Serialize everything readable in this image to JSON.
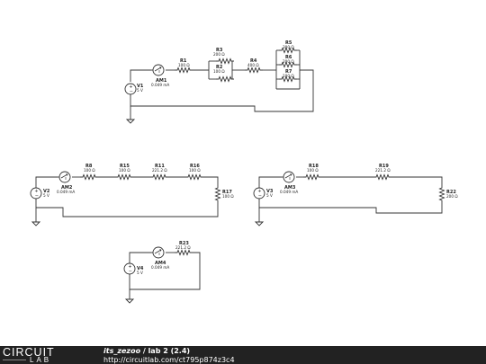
{
  "footer": {
    "logo_top": "CIRCUIT",
    "logo_bottom": "LAB",
    "user": "its_zezoo",
    "separator": " / ",
    "title": "lab 2 (2.4)",
    "url": "http://circuitlab.com/ct795p874z3c4"
  },
  "circuit1": {
    "v1": {
      "name": "V1",
      "value": "5 V"
    },
    "am1": {
      "name": "AM1",
      "value": "0.049 mA"
    },
    "r1": {
      "name": "R1",
      "value": "100 Ω"
    },
    "r3": {
      "name": "R3",
      "value": "200 Ω"
    },
    "r2": {
      "name": "R2",
      "value": "100 Ω"
    },
    "r4": {
      "name": "R4",
      "value": "400 Ω"
    },
    "r5": {
      "name": "R5",
      "value": "300 Ω"
    },
    "r6": {
      "name": "R6",
      "value": "200 Ω"
    },
    "r7": {
      "name": "R7",
      "value": "100 Ω"
    }
  },
  "circuit2": {
    "v2": {
      "name": "V2",
      "value": "5 V"
    },
    "am2": {
      "name": "AM2",
      "value": "0.049 mA"
    },
    "r8": {
      "name": "R8",
      "value": "100 Ω"
    },
    "r15": {
      "name": "R15",
      "value": "100 Ω"
    },
    "r11": {
      "name": "R11",
      "value": "221.2 Ω"
    },
    "r16": {
      "name": "R16",
      "value": "100 Ω"
    },
    "r17": {
      "name": "R17",
      "value": "100 Ω"
    }
  },
  "circuit3": {
    "v3": {
      "name": "V3",
      "value": "5 V"
    },
    "am3": {
      "name": "AM3",
      "value": "0.049 mA"
    },
    "r18": {
      "name": "R18",
      "value": "100 Ω"
    },
    "r19": {
      "name": "R19",
      "value": "221.2 Ω"
    },
    "r22": {
      "name": "R22",
      "value": "200 Ω"
    }
  },
  "circuit4": {
    "v4": {
      "name": "V4",
      "value": "5 V"
    },
    "am4": {
      "name": "AM4",
      "value": "0.049 mA"
    },
    "r23": {
      "name": "R23",
      "value": "221.2 Ω"
    }
  }
}
